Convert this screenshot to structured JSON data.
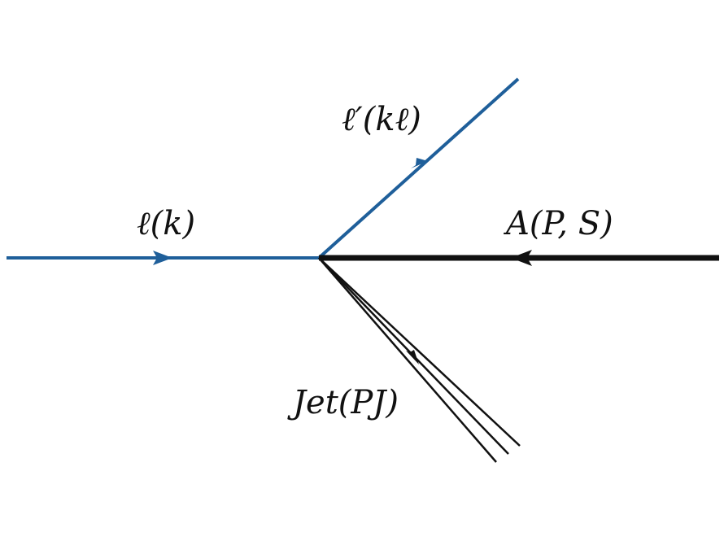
{
  "colors": {
    "lepton": "#1f5f9a",
    "hadron": "#111111",
    "jet": "#111111",
    "background": "#ffffff"
  },
  "labels": {
    "incoming_lepton": "ℓ(k)",
    "outgoing_lepton": "ℓ′(kℓ)",
    "target": "A(P, S)",
    "jet": "Jet(PJ)"
  }
}
